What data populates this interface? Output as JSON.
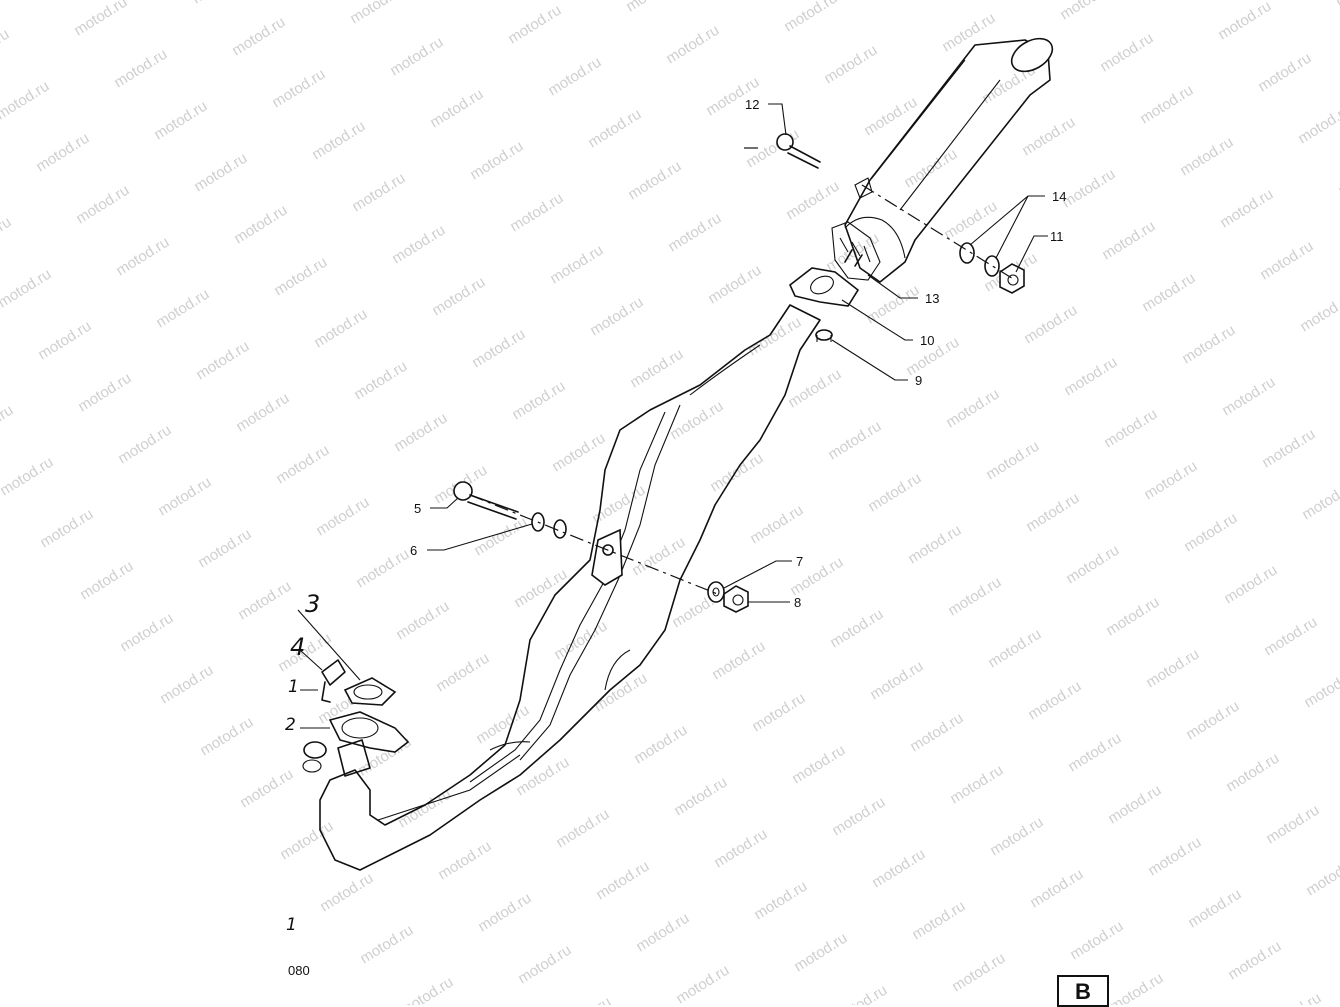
{
  "watermark": {
    "text": "motod.ru"
  },
  "callouts": [
    {
      "id": "12",
      "label": "12"
    },
    {
      "id": "14",
      "label": "14"
    },
    {
      "id": "11",
      "label": "11"
    },
    {
      "id": "13",
      "label": "13"
    },
    {
      "id": "10",
      "label": "10"
    },
    {
      "id": "9",
      "label": "9"
    },
    {
      "id": "5",
      "label": "5"
    },
    {
      "id": "6",
      "label": "6"
    },
    {
      "id": "7",
      "label": "7"
    },
    {
      "id": "8",
      "label": "8"
    }
  ],
  "handwritten": {
    "label_3": "3",
    "label_4": "4",
    "label_1": "1",
    "label_2": "2",
    "mark": "1"
  },
  "code": "080",
  "page_tag": "B"
}
